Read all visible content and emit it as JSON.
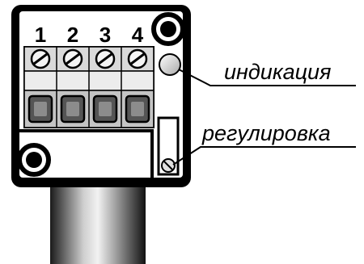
{
  "terminals": [
    {
      "number": "1"
    },
    {
      "number": "2"
    },
    {
      "number": "3"
    },
    {
      "number": "4"
    }
  ],
  "labels": {
    "indication": "индикация",
    "adjustment": "регулировка"
  },
  "colors": {
    "outline": "#000000",
    "background": "#ffffff",
    "terminal_fill": "#d9d9d9",
    "led_fill": "#e6e6e6"
  }
}
